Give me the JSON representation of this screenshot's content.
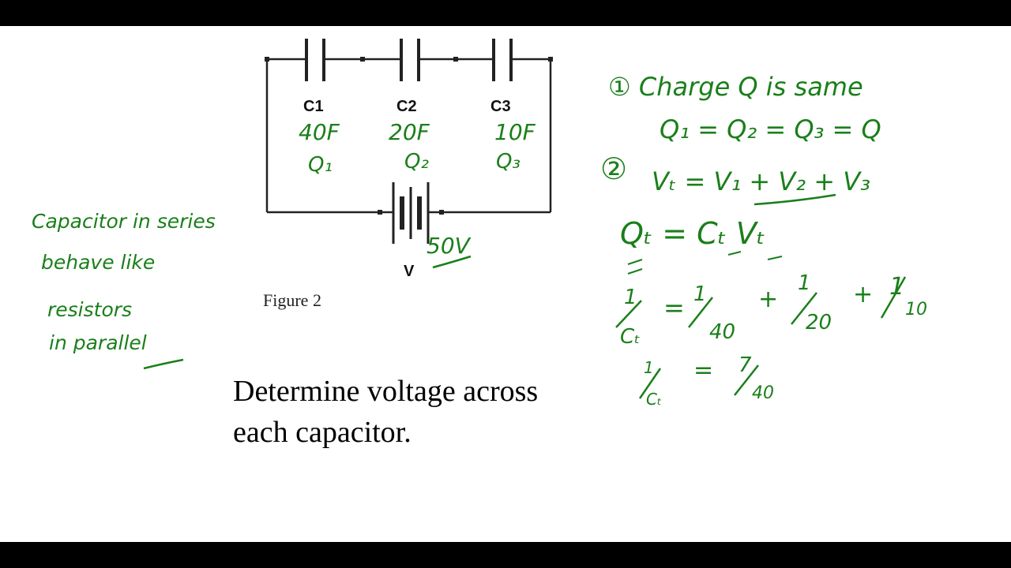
{
  "circuit": {
    "capacitors": [
      {
        "label": "C1",
        "value": "40F",
        "charge": "Q₁"
      },
      {
        "label": "C2",
        "value": "20F",
        "charge": "Q₂"
      },
      {
        "label": "C3",
        "value": "10F",
        "charge": "Q₃"
      }
    ],
    "source_label": "V",
    "source_value": "50V",
    "caption": "Figure 2"
  },
  "question": {
    "line1": "Determine voltage across",
    "line2": "each capacitor."
  },
  "notes_left": {
    "line1": "Capacitor in series",
    "line2": "behave like",
    "line3": "resistors",
    "line4": "in parallel"
  },
  "notes_right": {
    "step1": "① Charge Q is same",
    "step1_eq": "Q₁ = Q₂ = Q₃ = Q",
    "step2_mark": "②",
    "step2_eq": "Vₜ = V₁ + V₂ + V₃",
    "eq_charge": "Qₜ = Cₜ Vₜ",
    "frac_one": "1",
    "ct_sym": "Cₜ",
    "d40": "40",
    "d20": "20",
    "d10": "10",
    "eq_sign": "=",
    "plus_sign": "+",
    "n7": "7",
    "d40b": "40"
  },
  "colors": {
    "ink": "#1a7f1a",
    "line": "#222222"
  }
}
